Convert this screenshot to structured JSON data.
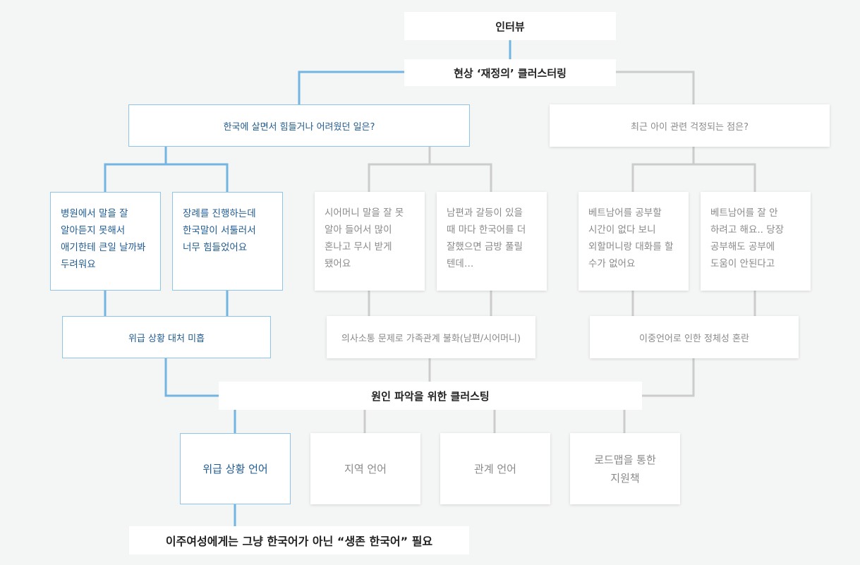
{
  "top": {
    "title": "인터뷰",
    "sub": "현상 ‘재정의’ 클러스터링"
  },
  "questions": [
    "한국에 살면서 힘들거나 어려웠던 일은?",
    "최근 아이 관련 걱정되는 점은?"
  ],
  "quotes": [
    "병원에서 말을 잘\n알아듣지 못해서\n애기한테 큰일 날까봐\n두려워요",
    "장례를 진행하는데\n한국말이 서툴러서\n너무 힘들었어요",
    "시어머니 말을 잘 못\n알아 들어서 많이\n혼나고 무시 받게\n됐어요",
    "남편과 갈등이 있을\n때 마다 한국어를 더\n잘했으면 금방 풀릴\n텐데…",
    "베트남어를 공부할\n시간이 없다 보니\n외할머니랑 대화를 할\n수가 없어요",
    "베트남어를 잘 안\n하려고 해요.. 당장\n공부해도 공부에\n도움이 안된다고"
  ],
  "themes": [
    "위급 상황 대처 미흡",
    "의사소통 문제로 가족관계 불화(남편/시어머니)",
    "이중언어로 인한 정체성 혼란"
  ],
  "cause": "원인 파악을 위한 클러스팅",
  "categories": [
    "위급 상황 언어",
    "지역 언어",
    "관계 언어",
    "로드맵을 통한\n지원책"
  ],
  "conclusion": "이주여성에게는 그냥 한국어가 아닌 “생존 한국어” 필요",
  "colors": {
    "blue_line": "#72b5e3",
    "gray_line": "#cccccc",
    "blue_text": "#1f5b92",
    "gray_text": "#8a8a8a"
  }
}
